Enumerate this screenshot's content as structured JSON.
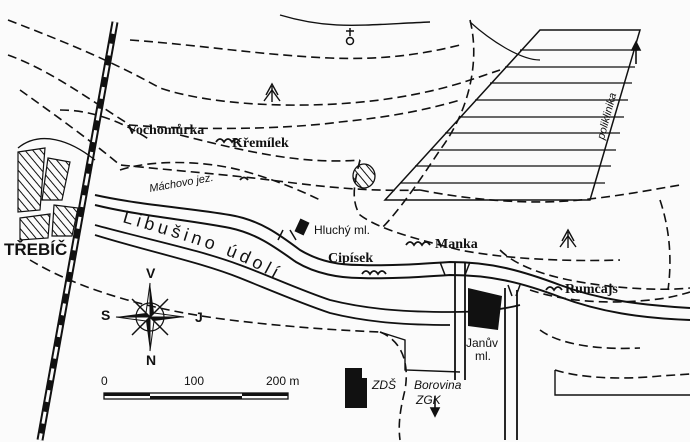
{
  "labels": {
    "trebic": "TŘEBÍČ",
    "vochomurka": "Vochomůrka",
    "kremilek": "Křemílek",
    "machovo": "Máchovo jez.",
    "hluchy": "Hluchý ml.",
    "cipisek": "Cipísek",
    "manka": "Manka",
    "rumcajs": "Rumcajs",
    "janu": "Janův",
    "janu2": "ml.",
    "zds": "ZDŠ",
    "borovina": "Borovina",
    "zgk": "ZGK",
    "poliklinika": "poliklinika",
    "valley": "Libušino údolí"
  },
  "compass": {
    "north": "N",
    "south": "S",
    "east": "V",
    "west": "J"
  },
  "scale": {
    "ticks": [
      "0",
      "100",
      "200 m"
    ]
  },
  "colors": {
    "ink": "#111111",
    "paper": "#fbfbfb"
  }
}
